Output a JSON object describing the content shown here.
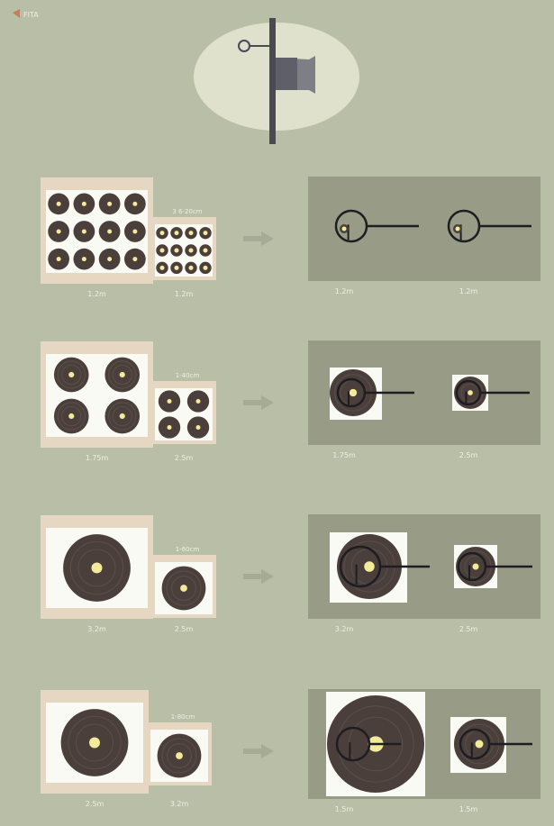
{
  "logo": {
    "text": "FITA"
  },
  "colors": {
    "background": "#b9bea7",
    "paper": "#e6d7c3",
    "face": "#fafaf4",
    "ring": "#4b3f3c",
    "center": "#f3ea9a",
    "inset": "#989b86",
    "arrow": "#a7ab96"
  },
  "rows": [
    {
      "board_left_caption": "1.2m",
      "board_right_caption": "1.2m",
      "board_inner_caption": "3 6-20cm",
      "target_left_caption": "1.2m",
      "target_right_caption": "1.2m",
      "layout": "grid",
      "big_face_cols": 4,
      "big_face_rows": 3,
      "small_face_cols": 4,
      "small_face_rows": 3
    },
    {
      "board_left_caption": "1.75m",
      "board_right_caption": "2.5m",
      "board_inner_caption": "1-40cm",
      "target_left_caption": "1.75m",
      "target_right_caption": "2.5m",
      "layout": "grid",
      "big_face_cols": 2,
      "big_face_rows": 2,
      "small_face_cols": 2,
      "small_face_rows": 2
    },
    {
      "board_left_caption": "3.2m",
      "board_right_caption": "2.5m",
      "board_inner_caption": "1-60cm",
      "target_left_caption": "3.2m",
      "target_right_caption": "2.5m",
      "layout": "single",
      "big_face_cols": 1,
      "big_face_rows": 1,
      "small_face_cols": 1,
      "small_face_rows": 1
    },
    {
      "board_left_caption": "2.5m",
      "board_right_caption": "3.2m",
      "board_inner_caption": "1-80cm",
      "target_left_caption": "1.5m",
      "target_right_caption": "1.5m",
      "layout": "single",
      "big_face_cols": 1,
      "big_face_rows": 1,
      "small_face_cols": 1,
      "small_face_rows": 1
    }
  ]
}
